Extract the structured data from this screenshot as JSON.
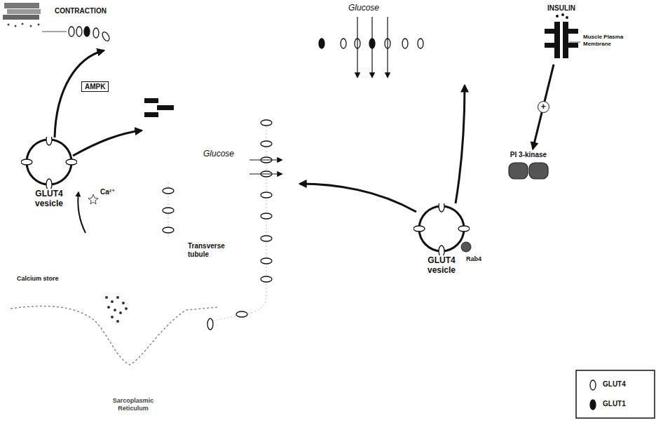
{
  "diagram": {
    "nodes": [
      {
        "text": [
          "INSULIN"
        ]
      },
      {
        "text": [
          "AMPK"
        ]
      },
      {
        "text": [
          "PI 3-kinase"
        ]
      },
      {
        "text": [
          "GLUT4 vesicle"
        ]
      },
      {
        "text": [
          "GLUT4 vesicle"
        ]
      }
    ],
    "edges": [
      {
        "from": 0,
        "to": 2,
        "label": "+",
        "arrow": "to"
      }
    ],
    "labels": [
      "CONTRACTION",
      "Glucose",
      "Muscle Plasma Membrane",
      "Ca²⁺",
      "Glucose",
      "Transverse tubule",
      "Rab4",
      "Calcium store",
      "Sarcoplasmic Reticulum"
    ],
    "legend": [
      {
        "text": "GLUT4"
      },
      {
        "text": "GLUT1"
      }
    ]
  }
}
